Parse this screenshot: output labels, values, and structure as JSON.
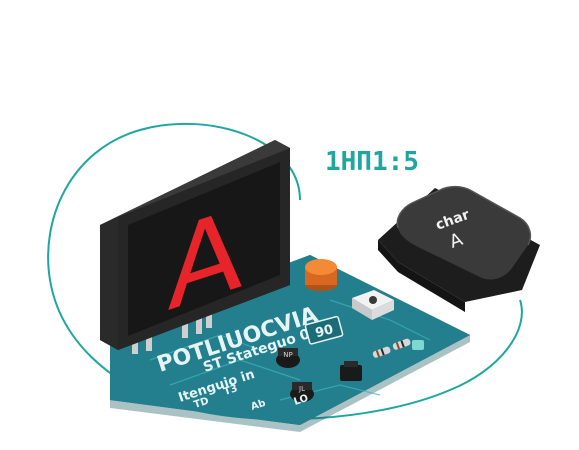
{
  "display": {
    "glyph": "A"
  },
  "readout": {
    "text": "1ΗΠ1:5"
  },
  "keycap": {
    "line1": "char",
    "line2": "A"
  },
  "board": {
    "brand": "POTLIUOCVIA",
    "line2": "ST Stateguo 00",
    "line3": "Itenguio in",
    "chip_label": "90",
    "small_labels": [
      "LO",
      "NP",
      "JL",
      "T3",
      "Ab",
      "TD"
    ]
  },
  "colors": {
    "board": "#1f7d8c",
    "board_edge": "#0f4f5a",
    "screen": "#222222",
    "screen_face": "#181818",
    "glyph": "#e8242b",
    "teal_accent": "#1fa6a0",
    "keycap": "#2d2d2d",
    "button": "#f07a2a"
  },
  "icons": [
    "lcd-display",
    "keycap",
    "push-button",
    "resistor",
    "transistor",
    "led"
  ]
}
